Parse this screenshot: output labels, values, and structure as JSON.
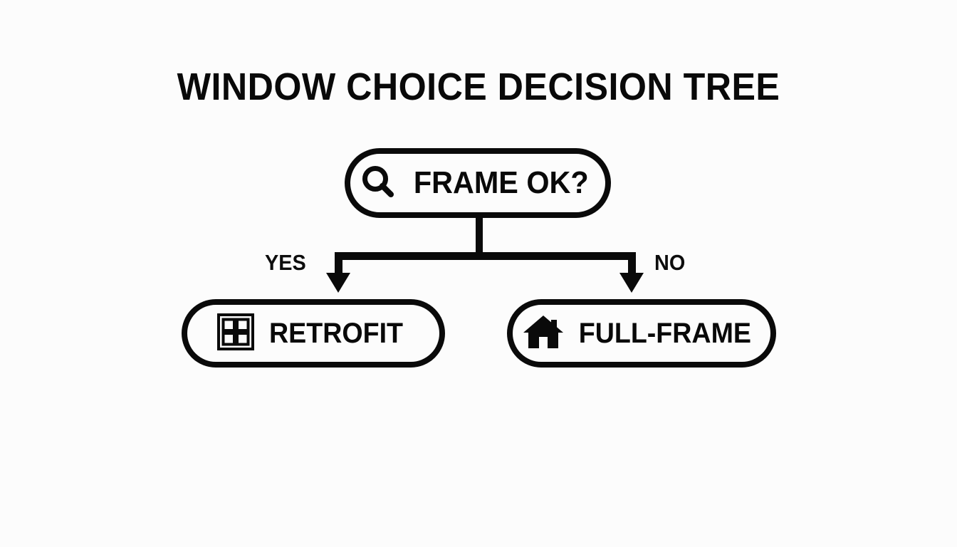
{
  "page": {
    "title": "WINDOW CHOICE DECISION TREE",
    "background_color": "#fcfcfc",
    "ink_color": "#0a0a0a"
  },
  "diagram": {
    "type": "decision-tree",
    "root": {
      "id": "frame-ok",
      "label": "FRAME OK?",
      "icon": "magnifier-icon",
      "shape": "pill"
    },
    "branches": [
      {
        "id": "yes-branch",
        "edge_label": "YES",
        "target": {
          "id": "retrofit",
          "label": "RETROFIT",
          "icon": "window-icon",
          "shape": "pill"
        }
      },
      {
        "id": "no-branch",
        "edge_label": "NO",
        "target": {
          "id": "full-frame",
          "label": "FULL-FRAME",
          "icon": "house-icon",
          "shape": "pill"
        }
      }
    ]
  }
}
